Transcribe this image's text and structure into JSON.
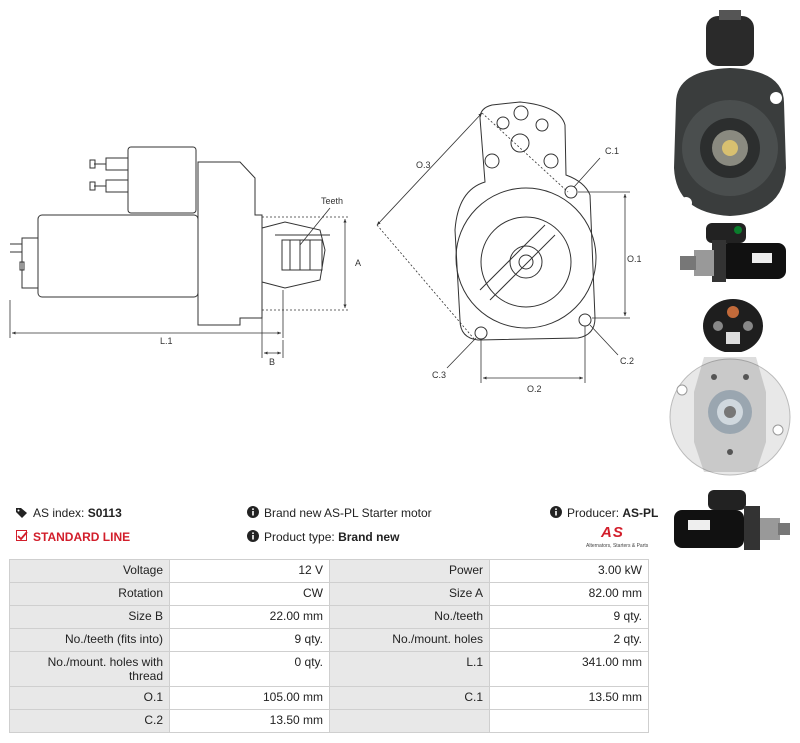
{
  "drawing": {
    "labels": {
      "teeth": "Teeth",
      "a": "A",
      "b": "B",
      "l1": "L.1",
      "o3": "O.3",
      "c1": "C.1",
      "o1": "O.1",
      "c2": "C.2",
      "c3": "C.3",
      "o2": "O.2"
    }
  },
  "info": {
    "as_index_label": "AS index:",
    "as_index_value": "S0113",
    "standard_line": "STANDARD LINE",
    "brand_new_text": "Brand new AS-PL Starter motor",
    "product_type_label": "Product type:",
    "product_type_value": "Brand new",
    "producer_label": "Producer:",
    "producer_value": "AS-PL",
    "logo_text": "AS",
    "logo_tagline": "Alternators, Starters & Parts"
  },
  "specs": [
    {
      "l1": "Voltage",
      "v1": "12 V",
      "l2": "Power",
      "v2": "3.00 kW"
    },
    {
      "l1": "Rotation",
      "v1": "CW",
      "l2": "Size A",
      "v2": "82.00 mm"
    },
    {
      "l1": "Size B",
      "v1": "22.00 mm",
      "l2": "No./teeth",
      "v2": "9 qty."
    },
    {
      "l1": "No./teeth (fits into)",
      "v1": "9 qty.",
      "l2": "No./mount. holes",
      "v2": "2 qty."
    },
    {
      "l1": "No./mount. holes with thread",
      "v1": "0 qty.",
      "l2": "L.1",
      "v2": "341.00 mm"
    },
    {
      "l1": "O.1",
      "v1": "105.00 mm",
      "l2": "C.1",
      "v2": "13.50 mm"
    },
    {
      "l1": "C.2",
      "v1": "13.50 mm",
      "l2": "",
      "v2": ""
    }
  ],
  "colors": {
    "accent_red": "#d21e2b",
    "label_cell_bg": "#e8e8e8",
    "border": "#cfcfcf"
  }
}
